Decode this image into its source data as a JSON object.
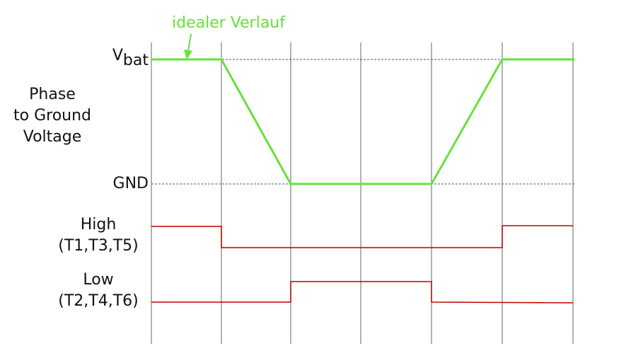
{
  "annotation": {
    "text": "idealer Verlauf"
  },
  "phase_label": {
    "lines": [
      "Phase",
      "to Ground",
      "Voltage"
    ]
  },
  "levels": {
    "vbat_main": "V",
    "vbat_sub": "bat",
    "gnd": "GND"
  },
  "high_label": {
    "lines": [
      "High",
      "(T1,T3,T5)"
    ]
  },
  "low_label": {
    "lines": [
      "Low",
      "(T2,T4,T6)"
    ]
  },
  "colors": {
    "voltage_trace": "#66e23a",
    "gate_signals": "#c00000",
    "grid_lines": "#888888",
    "level_lines": "#555555",
    "text": "#111111"
  },
  "phase_voltage_waveform": {
    "levels_sequence": [
      "Vbat",
      "Vbat",
      "GND",
      "GND",
      "GND",
      "Vbat",
      "Vbat"
    ],
    "time_divisions": 6
  },
  "high_signal": {
    "states": [
      "high",
      "low",
      "low",
      "low",
      "low",
      "high"
    ]
  },
  "low_signal": {
    "states": [
      "low",
      "low",
      "high",
      "high",
      "low",
      "low"
    ]
  }
}
